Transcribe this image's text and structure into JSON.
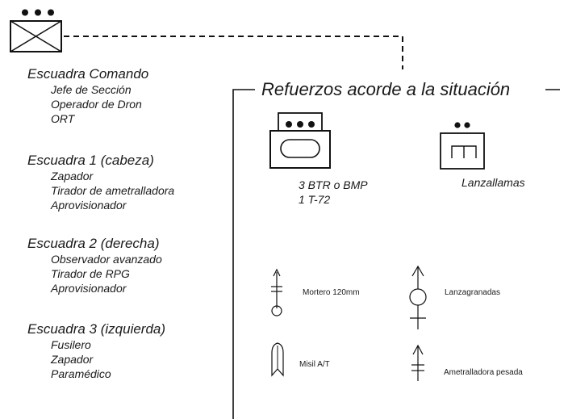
{
  "squads": [
    {
      "title": "Escuadra Comando",
      "members": [
        "Jefe de Sección",
        "Operador de Dron",
        "ORT"
      ]
    },
    {
      "title": "Escuadra 1 (cabeza)",
      "members": [
        "Zapador",
        "Tirador de ametralladora",
        "Aprovisionador"
      ]
    },
    {
      "title": "Escuadra 2 (derecha)",
      "members": [
        "Observador avanzado",
        "Tirador de RPG",
        "Aprovisionador"
      ]
    },
    {
      "title": "Escuadra 3 (izquierda)",
      "members": [
        "Fusilero",
        "Zapador",
        "Paramédico"
      ]
    }
  ],
  "reinforcements": {
    "title": "Refuerzos acorde a la situación",
    "armor": [
      "3 BTR o BMP",
      "1 T-72"
    ],
    "flamethrower": "Lanzallamas",
    "mortar": "Mortero 120mm",
    "grenade_launcher": "Lanzagranadas",
    "antitank_missile": "Misil A/T",
    "heavy_machine_gun": "Ametralladora pesada"
  }
}
